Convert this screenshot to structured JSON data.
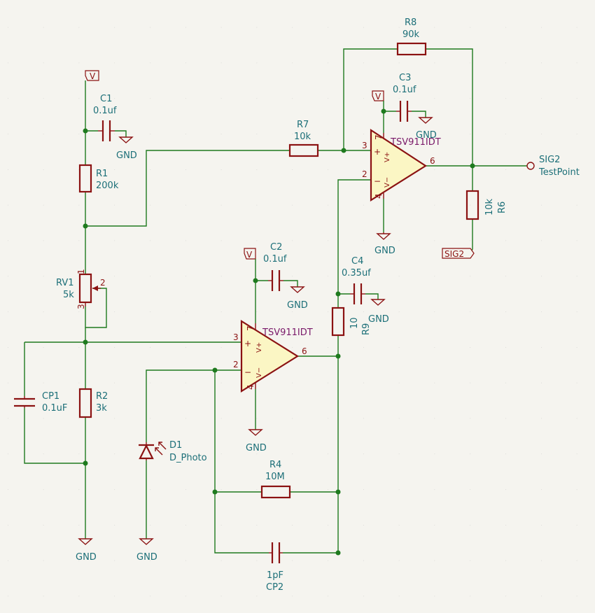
{
  "labels": {
    "r8_ref": "R8",
    "r8_val": "90k",
    "c3_ref": "C3",
    "c3_val": "0.1uf",
    "c1_ref": "C1",
    "c1_val": "0.1uf",
    "r7_ref": "R7",
    "r7_val": "10k",
    "r1_ref": "R1",
    "r1_val": "200k",
    "r6_ref": "R6",
    "r6_val": "10k",
    "c2_ref": "C2",
    "c2_val": "0.1uf",
    "c4_ref": "C4",
    "c4_val": "0.35uf",
    "r9_ref": "R9",
    "r9_val": "10",
    "rv1_ref": "RV1",
    "rv1_val": "5k",
    "cp1_ref": "CP1",
    "cp1_val": "0.1uF",
    "r2_ref": "R2",
    "r2_val": "3k",
    "d1_ref": "D1",
    "d1_val": "D_Photo",
    "r4_ref": "R4",
    "r4_val": "10M",
    "cp2_ref": "CP2",
    "cp2_val": "1pF",
    "sig2_ref": "SIG2",
    "sig2_val": "TestPoint",
    "u1_part": "TSV911IDT",
    "u2_part": "TSV911IDT"
  },
  "flags": {
    "v": "V",
    "sig2": "SIG2"
  },
  "gnd": "GND",
  "pins": {
    "u1": {
      "inp": "3",
      "inn": "2",
      "out": "6",
      "vp": "7",
      "vn": "4"
    },
    "u2": {
      "inp": "3",
      "inn": "2",
      "out": "6",
      "vp": "7",
      "vn": "4"
    },
    "rv1": {
      "p1": "1",
      "p2": "2",
      "p3": "3"
    }
  },
  "opamp_marks": {
    "plus": "+",
    "minus": "−",
    "vplus": "V+",
    "vminus": "V−"
  },
  "colors": {
    "wire": "#1e7a1e",
    "component": "#8b1212",
    "label": "#1c6f78",
    "part": "#7a1a6a",
    "opamp_fill": "#fbf6c4",
    "background": "#f5f4ef"
  }
}
